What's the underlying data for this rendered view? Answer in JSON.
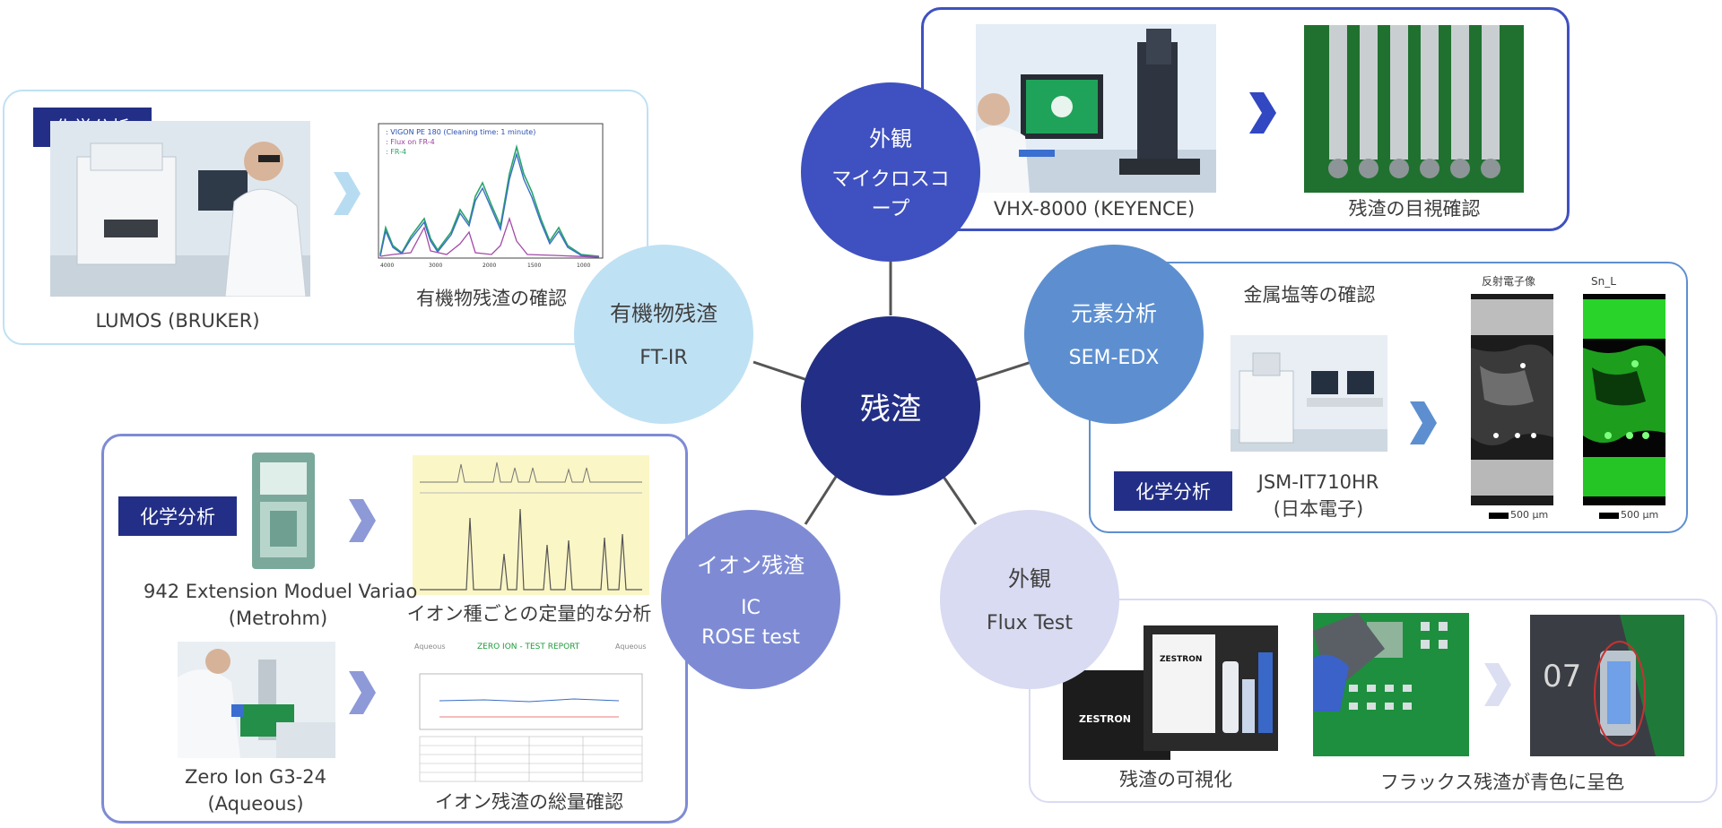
{
  "center": {
    "label": "残渣"
  },
  "nodes": {
    "appearance_micro": {
      "title": "外観",
      "subtitle": "マイクロスコープ"
    },
    "organic": {
      "title": "有機物残渣",
      "subtitle": "FT-IR"
    },
    "element": {
      "title": "元素分析",
      "subtitle": "SEM-EDX"
    },
    "ionic": {
      "title": "イオン残渣",
      "subtitle_1": "IC",
      "subtitle_2": "ROSE test"
    },
    "flux": {
      "title": "外観",
      "subtitle": "Flux Test"
    }
  },
  "panels": {
    "ftir": {
      "tag": "化学分析",
      "instrument": "LUMOS (BRUKER)",
      "result": "有機物残渣の確認",
      "spectrum_legend": [
        ": VIGON PE 180 (Cleaning time: 1 minute)",
        ": Flux on FR-4",
        ": FR-4"
      ]
    },
    "microscope": {
      "instrument": "VHX-8000 (KEYENCE)",
      "result": "残渣の目視確認"
    },
    "sem": {
      "heading": "金属塩等の確認",
      "tag": "化学分析",
      "instrument_1": "JSM-IT710HR",
      "instrument_2": "(日本電子)",
      "map_label_1": "反射電子像",
      "map_label_2": "Sn_L",
      "scale_1": "500 μm",
      "scale_2": "500 μm"
    },
    "ion": {
      "tag": "化学分析",
      "ic_instrument_1": "942 Extension Moduel Variao",
      "ic_instrument_2": "(Metrohm)",
      "ic_result": "イオン種ごとの定量的な分析",
      "rose_instrument_1": "Zero Ion G3-24",
      "rose_instrument_2": "(Aqueous)",
      "rose_result": "イオン残渣の総量確認",
      "report_title": "ZERO ION - TEST REPORT",
      "report_brand": "Aqueous"
    },
    "flux": {
      "kit_brand": "ZESTRON",
      "result_1": "残渣の可視化",
      "result_2": "フラックス残渣が青色に呈色",
      "board_label": "07"
    }
  },
  "colors": {
    "center": "#232f86",
    "micro": "#3f51c0",
    "organic": "#bfe1f4",
    "element": "#5d8fd0",
    "ionic": "#7e8bd4",
    "flux": "#d9dbf2",
    "tag": "#232f86"
  }
}
